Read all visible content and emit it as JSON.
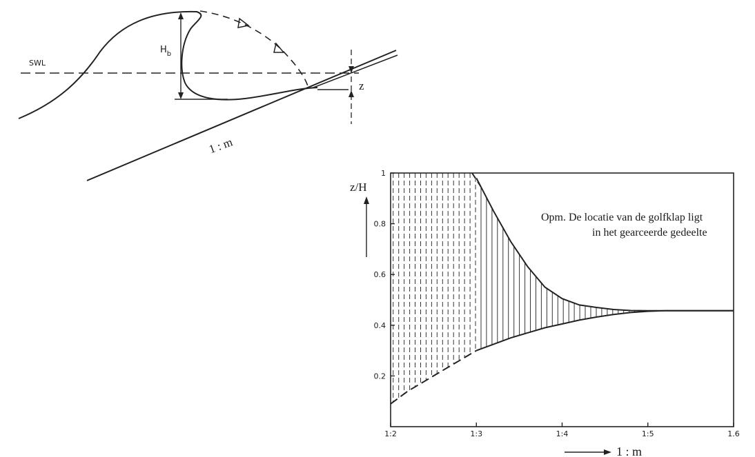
{
  "wave_diagram": {
    "swl_label": "SWL",
    "hb_label_main": "H",
    "hb_label_sub": "b",
    "z_label": "z",
    "slope_label": "1 : m"
  },
  "chart_data": {
    "type": "area",
    "title": "",
    "xlabel": "1 : m",
    "ylabel": "z/H",
    "x_ticks": [
      "1:2",
      "1:3",
      "1:4",
      "1:5",
      "1.6"
    ],
    "y_ticks": [
      "0.2",
      "0.4",
      "0.6",
      "0.8",
      "1"
    ],
    "xlim": [
      2,
      6
    ],
    "ylim": [
      0,
      1
    ],
    "annotation_line1": "Opm. De locatie van de golfklap ligt",
    "annotation_line2": "in het gearceerde gedeelte",
    "series": [
      {
        "role": "upper-bound",
        "x": [
          2.0,
          2.95,
          3.0,
          3.2,
          3.4,
          3.6,
          3.8,
          4.0,
          4.2,
          4.4,
          4.6,
          4.8,
          5.0,
          5.2,
          5.5,
          6.0
        ],
        "y": [
          1.0,
          1.0,
          0.98,
          0.85,
          0.73,
          0.63,
          0.55,
          0.505,
          0.48,
          0.47,
          0.462,
          0.458,
          0.457,
          0.457,
          0.457,
          0.457
        ]
      },
      {
        "role": "lower-bound",
        "x": [
          2.0,
          2.2,
          2.4,
          2.6,
          2.8,
          3.0,
          3.2,
          3.4,
          3.6,
          3.8,
          4.0,
          4.2,
          4.4,
          4.6,
          4.8,
          5.0,
          5.2,
          5.5,
          6.0
        ],
        "y": [
          0.09,
          0.14,
          0.18,
          0.22,
          0.26,
          0.3,
          0.325,
          0.35,
          0.37,
          0.39,
          0.405,
          0.42,
          0.432,
          0.442,
          0.45,
          0.455,
          0.457,
          0.457,
          0.457
        ]
      }
    ],
    "lower_dashed_until_x": 3.0
  }
}
